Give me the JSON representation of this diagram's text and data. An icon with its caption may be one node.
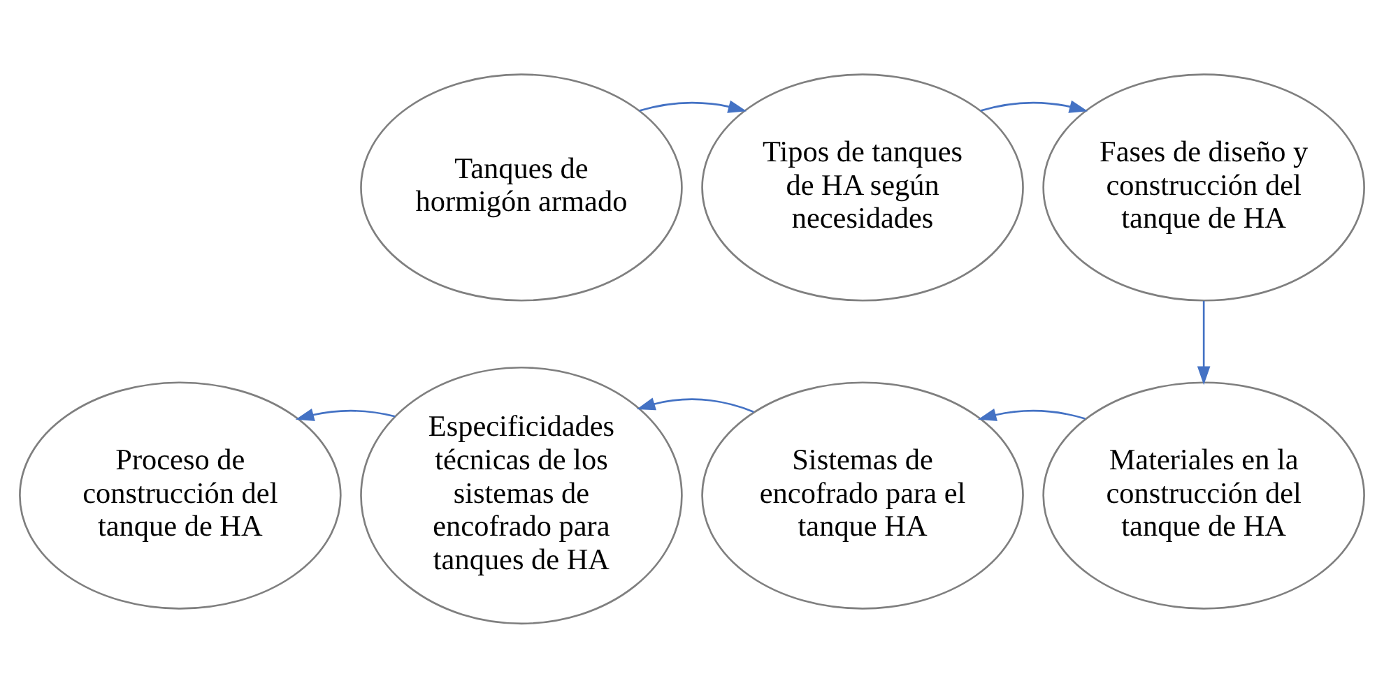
{
  "diagram": {
    "nodes": [
      {
        "text": [
          "Tanques de hormigón armado"
        ]
      },
      {
        "text": [
          "Tipos de tanques de HA según necesidades"
        ]
      },
      {
        "text": [
          "Fases de diseño y construcción del tanque de HA"
        ]
      },
      {
        "text": [
          "Proceso de construcción del tanque de HA"
        ]
      },
      {
        "text": [
          "Especificidades técnicas de los sistemas de encofrado para tanques de HA"
        ]
      },
      {
        "text": [
          "Sistemas de encofrado para el tanque HA"
        ]
      },
      {
        "text": [
          "Materiales en la construcción del tanque de HA"
        ]
      }
    ],
    "edges": [
      {
        "from": 0,
        "to": 1,
        "arrow": "to"
      },
      {
        "from": 1,
        "to": 2,
        "arrow": "to"
      },
      {
        "from": 2,
        "to": 6,
        "arrow": "to"
      },
      {
        "from": 6,
        "to": 5,
        "arrow": "to"
      },
      {
        "from": 5,
        "to": 4,
        "arrow": "to"
      },
      {
        "from": 4,
        "to": 3,
        "arrow": "to"
      }
    ]
  }
}
